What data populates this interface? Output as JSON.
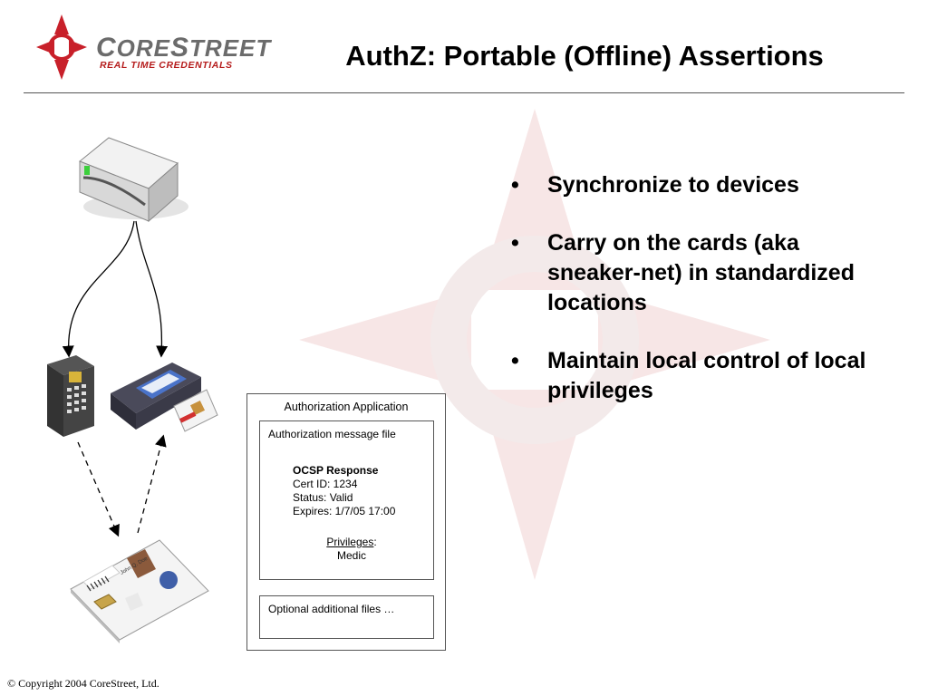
{
  "logo": {
    "word_c": "C",
    "word_ore": "ORE",
    "word_s": "S",
    "word_treet": "TREET",
    "tagline": "REAL TIME CREDENTIALS"
  },
  "title": "AuthZ:  Portable (Offline) Assertions",
  "bullets": [
    {
      "marker": "•",
      "text": "Synchronize to devices"
    },
    {
      "marker": "•",
      "text": "Carry on the cards (aka sneaker-net) in standardized locations"
    },
    {
      "marker": "•",
      "text": "Maintain local control of local privileges"
    }
  ],
  "diagram": {
    "app_title": "Authorization Application",
    "message_file": "Authorization message file",
    "ocsp": {
      "heading": "OCSP Response",
      "cert_id": "Cert ID:  1234",
      "status": "Status:  Valid",
      "expires": "Expires:  1/7/05 17:00",
      "privileges_label": "Privileges",
      "privileges_colon": ":",
      "privileges_value": "Medic"
    },
    "optional_files": "Optional additional files …"
  },
  "card": {
    "name": "John Q. Doe"
  },
  "footer": {
    "copyright": "© Copyright 2004 CoreStreet, Ltd."
  },
  "colors": {
    "brand_red": "#b51b1b",
    "logo_gray": "#6b6b6b",
    "watermark": "#f6e4e4"
  },
  "icons": [
    "compass-logo-icon",
    "server-icon",
    "fingerprint-reader-icon",
    "handheld-reader-icon",
    "smart-card-icon",
    "scroll-icon",
    "seal-ribbon-icon"
  ]
}
